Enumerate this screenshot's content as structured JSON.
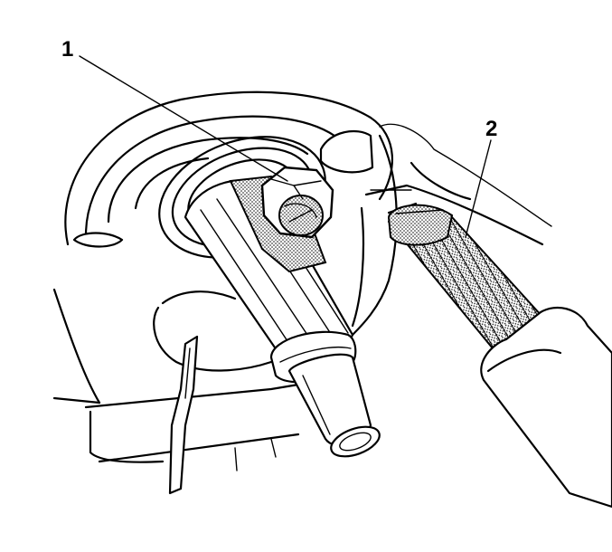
{
  "callouts": [
    {
      "id": "1",
      "label": "1"
    },
    {
      "id": "2",
      "label": "2"
    }
  ],
  "colors": {
    "line": "#000000",
    "background": "#ffffff",
    "stipple": "#000000"
  },
  "icons": [
    "nut-part-1",
    "bolt-part-2",
    "press-tool",
    "bushing-housing"
  ]
}
